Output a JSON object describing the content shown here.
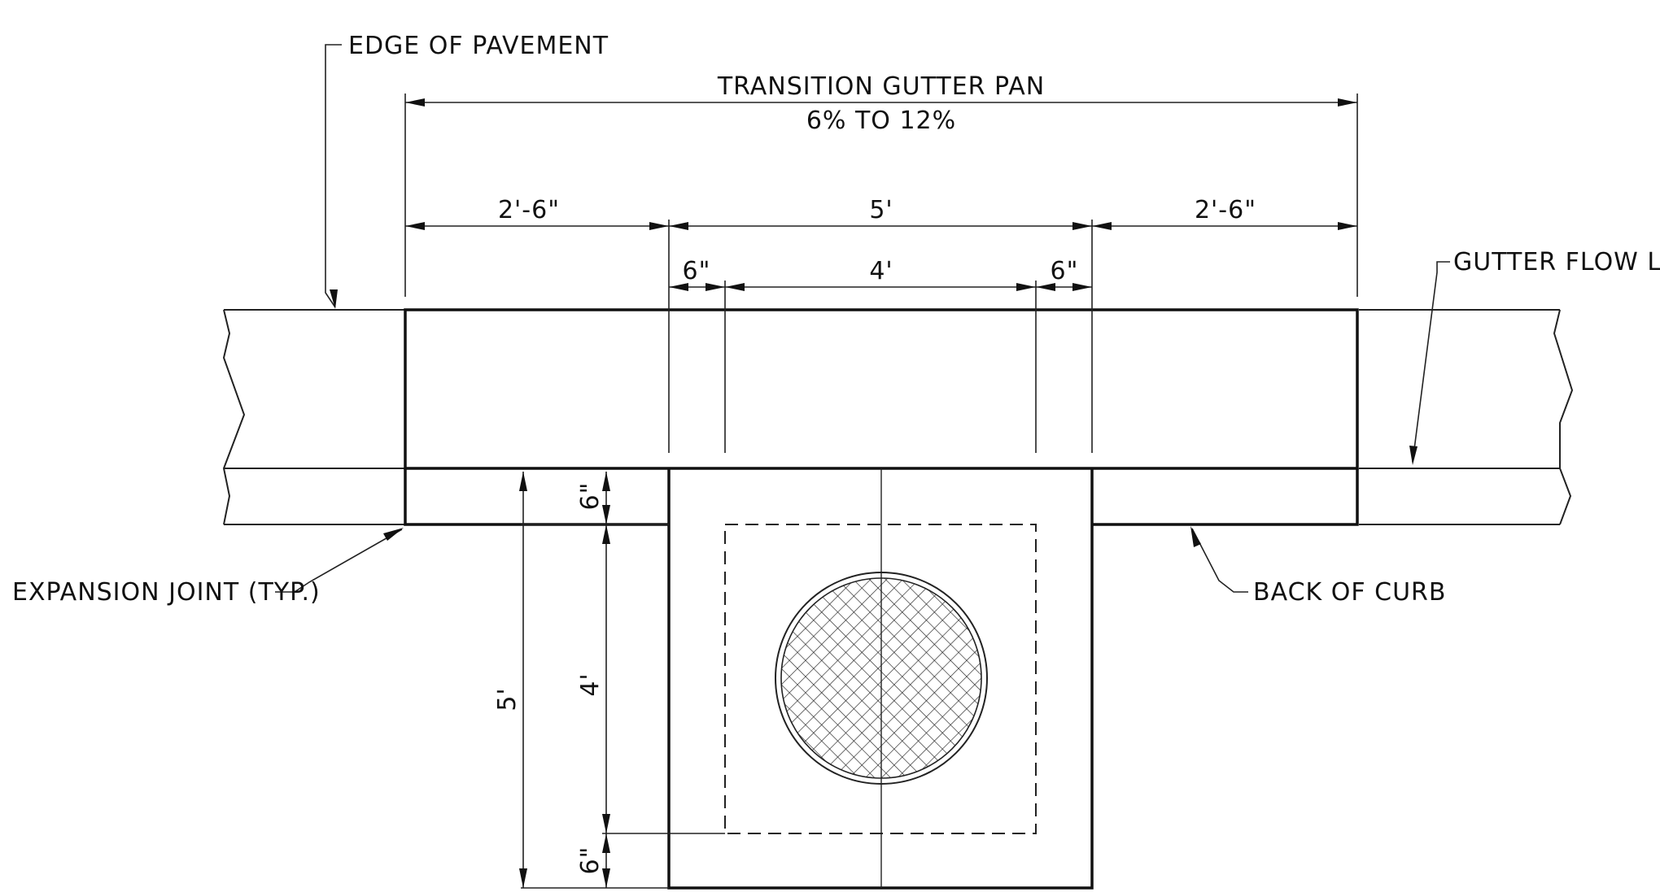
{
  "labels": {
    "edge_of_pavement": "EDGE OF PAVEMENT",
    "transition_gutter_pan": "TRANSITION GUTTER PAN",
    "slope_range": "6% TO 12%",
    "gutter_flow_line": "GUTTER FLOW LINE",
    "expansion_joint": "EXPANSION JOINT (TYP.)",
    "back_of_curb": "BACK OF CURB"
  },
  "dimensions": {
    "left_transition": "2'-6\"",
    "center_width": "5'",
    "right_transition": "2'-6\"",
    "left_offset": "6\"",
    "inner_width": "4'",
    "right_offset": "6\"",
    "curb_offset_top": "6\"",
    "box_depth": "5'",
    "inner_depth": "4'",
    "curb_offset_bottom": "6\""
  },
  "colors": {
    "line": "#111111",
    "background": "#ffffff"
  }
}
